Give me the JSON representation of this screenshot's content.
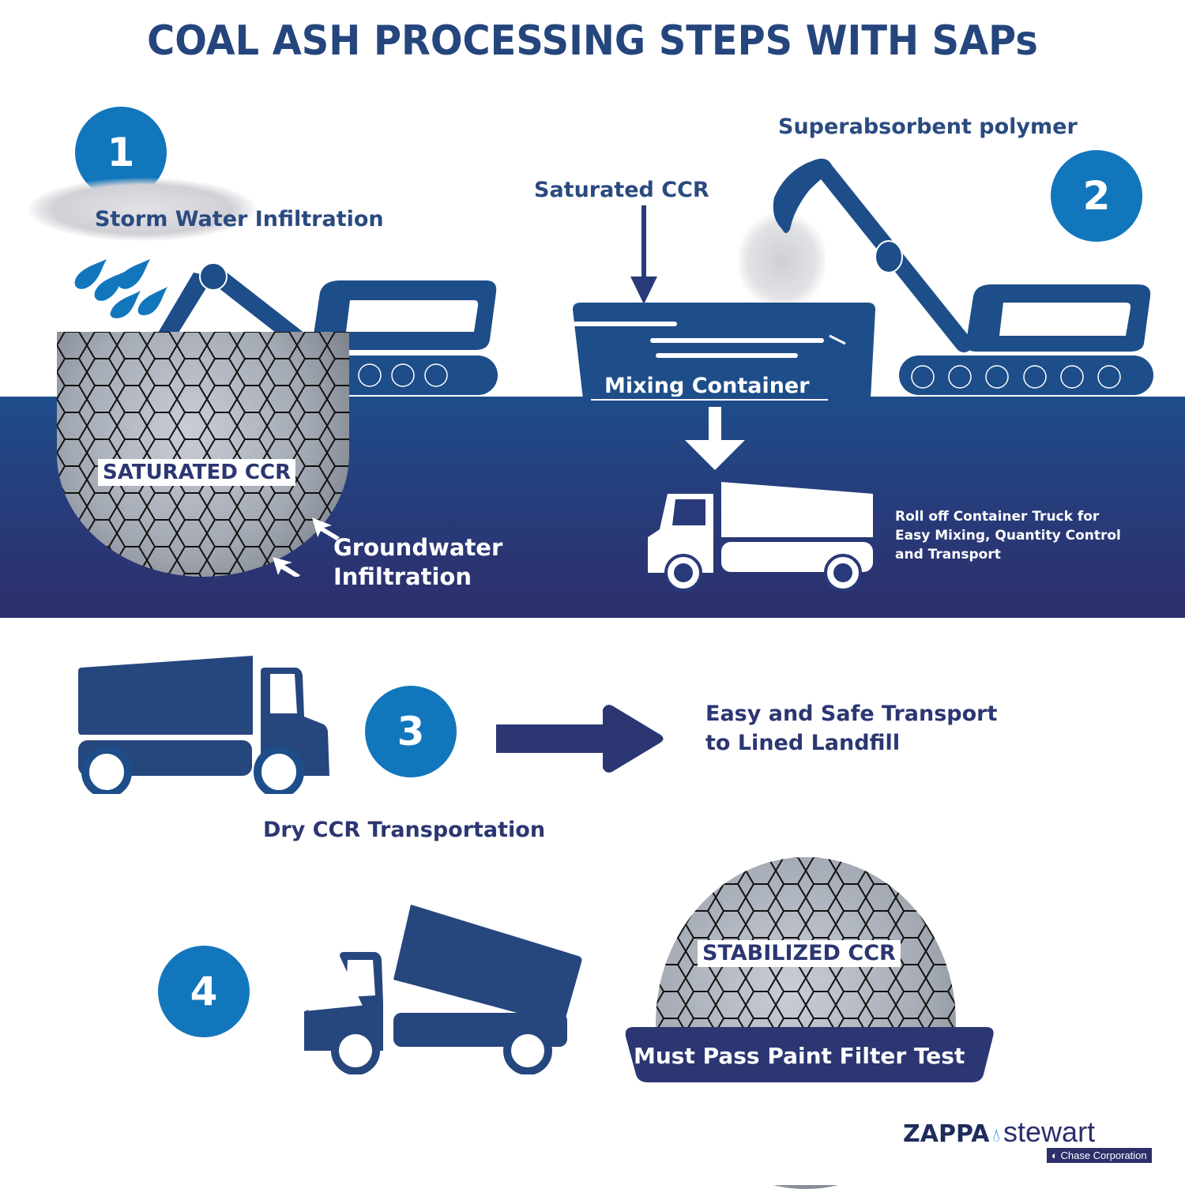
{
  "title": "COAL ASH PROCESSING STEPS WITH SAPs",
  "steps": [
    {
      "number": "1",
      "label": "Storm Water Infiltration"
    },
    {
      "number": "2",
      "label": "Superabsorbent polymer"
    },
    {
      "number": "3",
      "label": "Dry CCR Transportation"
    },
    {
      "number": "4",
      "label": ""
    }
  ],
  "labels": {
    "saturated_ccr_arrow": "Saturated CCR",
    "mixing_container": "Mixing Container",
    "saturated_ccr_tag": "SATURATED CCR",
    "groundwater_line1": "Groundwater",
    "groundwater_line2": "Infiltration",
    "rolloff_note": [
      "Roll off Container Truck for",
      "Easy Mixing, Quantity Control",
      "and Transport"
    ],
    "transport_line1": "Easy and Safe Transport",
    "transport_line2": "to Lined Landfill",
    "stabilized_ccr_tag": "STABILIZED CCR",
    "paint_filter": "Must Pass Paint Filter Test"
  },
  "logo": {
    "brand1": "ZAPPA",
    "brand2": "stewart",
    "parent": "Chase Corporation"
  },
  "colors": {
    "title": "#25457d",
    "step_circle": "#1276bd",
    "machine": "#1d4e89",
    "truck": "#26467e",
    "band_top": "#1e4d8a",
    "band_bottom": "#2d2f6b"
  }
}
